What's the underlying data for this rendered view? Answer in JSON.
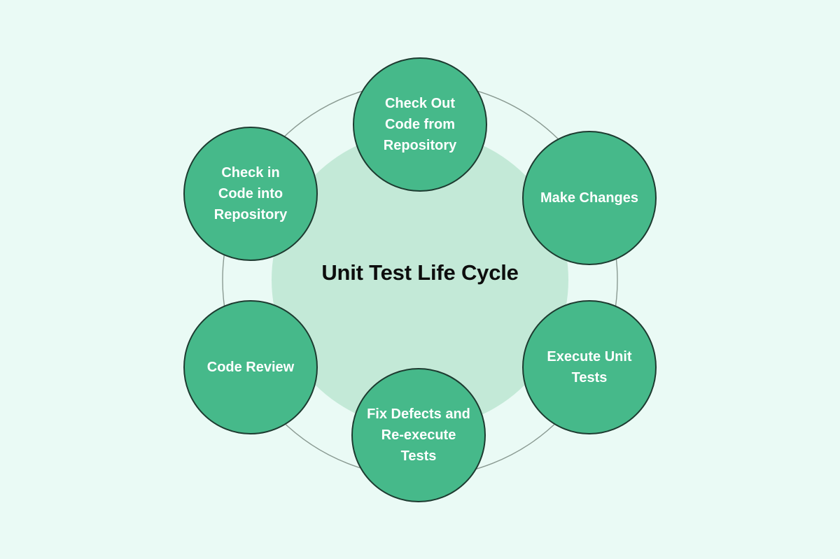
{
  "diagram": {
    "title": "Unit Test Life Cycle",
    "type": "cycle-diagram",
    "background_color": "#eafaf5",
    "center_disc_color": "#c3e9d7",
    "node_fill_color": "#46b98a",
    "node_border_color": "#1d3b30",
    "node_text_color": "#ffffff",
    "ring_line_color": "#8a9a92",
    "title_color": "#0d0d0d",
    "nodes": [
      {
        "label": "Check Out\nCode from\nRepository",
        "position": "top"
      },
      {
        "label": "Make Changes",
        "position": "upper-right"
      },
      {
        "label": "Execute Unit\nTests",
        "position": "lower-right"
      },
      {
        "label": "Fix Defects and\nRe-execute\nTests",
        "position": "bottom"
      },
      {
        "label": "Code Review",
        "position": "lower-left"
      },
      {
        "label": "Check in\nCode into\nRepository",
        "position": "upper-left"
      }
    ]
  }
}
